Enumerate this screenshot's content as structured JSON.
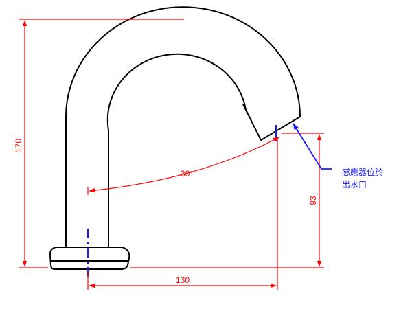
{
  "colors": {
    "outline": "#000000",
    "dimension": "#ff0000",
    "annotation": "#1a1aff"
  },
  "dimensions": {
    "height_total": "170",
    "outlet_height": "93",
    "reach": "130",
    "angle": "30°"
  },
  "annotation": {
    "line1": "感應器位於",
    "line2": "出水口"
  }
}
